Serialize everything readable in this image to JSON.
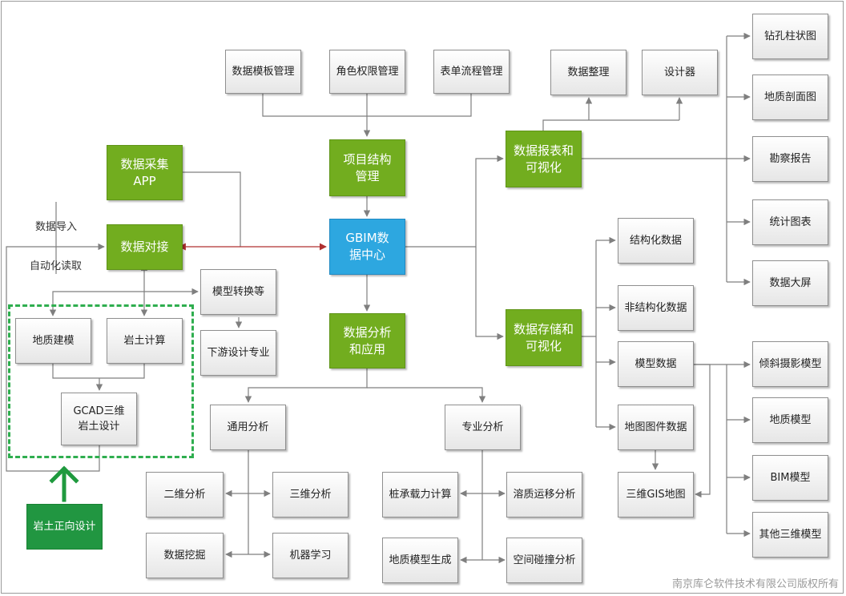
{
  "nodes": {
    "data_template_mgmt": "数据模板管理",
    "role_permission_mgmt": "角色权限管理",
    "form_flow_mgmt": "表单流程管理",
    "project_structure_mgmt": "项目结构管理",
    "gbim_data_center": "GBIM数据中心",
    "data_analysis_app": "数据分析和应用",
    "data_collect_app": "数据采集APP",
    "data_docking": "数据对接",
    "model_conversion": "模型转换等",
    "downstream_design": "下游设计专业",
    "geo_modeling": "地质建模",
    "geotech_calc": "岩土计算",
    "gcad_3d_design": "GCAD三维岩土设计",
    "geotech_forward_design": "岩土正向设计",
    "general_analysis": "通用分析",
    "special_analysis": "专业分析",
    "analysis_2d": "二维分析",
    "analysis_3d": "三维分析",
    "data_mining": "数据挖掘",
    "machine_learning": "机器学习",
    "pile_capacity_calc": "桩承载力计算",
    "solute_transport": "溶质运移分析",
    "geo_model_generation": "地质模型生成",
    "spatial_collision": "空间碰撞分析",
    "data_report_vis": "数据报表和可视化",
    "data_storage_vis": "数据存储和可视化",
    "data_arrange": "数据整理",
    "designer": "设计器",
    "borehole_chart": "钻孔柱状图",
    "geo_section": "地质剖面图",
    "survey_report": "勘察报告",
    "stat_chart": "统计图表",
    "data_screen": "数据大屏",
    "structured_data": "结构化数据",
    "unstructured_data": "非结构化数据",
    "model_data": "模型数据",
    "map_layer_data": "地图图件数据",
    "gis_3d_map": "三维GIS地图",
    "oblique_photo_model": "倾斜摄影模型",
    "geo_model": "地质模型",
    "bim_model": "BIM模型",
    "other_3d_model": "其他三维模型"
  },
  "labels": {
    "data_import": "数据导入",
    "auto_read": "自动化读取"
  },
  "copyright": "南京库仑软件技术有限公司版权所有",
  "colors": {
    "primary_green": "#72ad1f",
    "center_blue": "#2da7e0",
    "dark_green": "#219641",
    "dashed_border": "#2fae4f",
    "docking_arrow": "#b03030",
    "connector": "#7f7f7f"
  }
}
